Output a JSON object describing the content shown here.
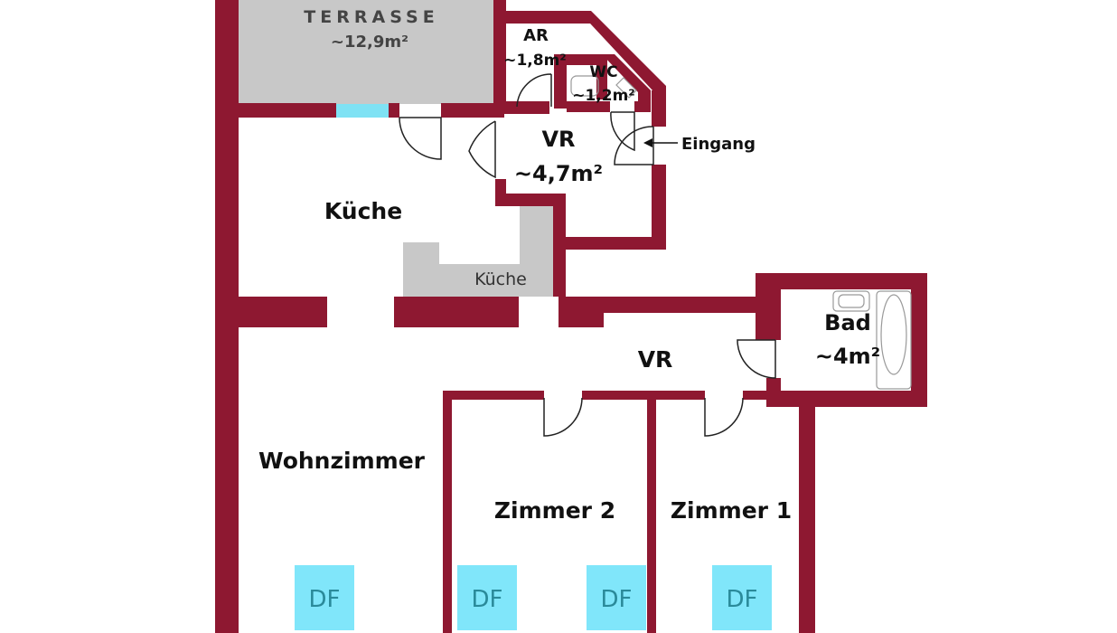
{
  "colors": {
    "wall": "#8e1831",
    "terrace": "#c8c8c8",
    "kitchen_counter": "#c8c8c8",
    "window": "#7fe2f4",
    "skylight": "#80e6fa",
    "background": "#ffffff"
  },
  "rooms": {
    "terrasse": {
      "name": "TERRASSE",
      "area": "~12,9m²"
    },
    "ar": {
      "name": "AR",
      "area": "~1,8m²"
    },
    "wc": {
      "name": "WC",
      "area": "~1,2m²"
    },
    "vr_entry": {
      "name": "VR",
      "area": "~4,7m²"
    },
    "kueche": {
      "name": "Küche",
      "counter_label": "Küche"
    },
    "bad": {
      "name": "Bad",
      "area": "~4m²"
    },
    "vr_hall": {
      "name": "VR"
    },
    "wohnzimmer": {
      "name": "Wohnzimmer"
    },
    "zimmer2": {
      "name": "Zimmer 2"
    },
    "zimmer1": {
      "name": "Zimmer 1"
    }
  },
  "entrance": {
    "label": "Eingang",
    "icon": "arrow-left-icon"
  },
  "skylights": [
    "DF",
    "DF",
    "DF",
    "DF"
  ]
}
